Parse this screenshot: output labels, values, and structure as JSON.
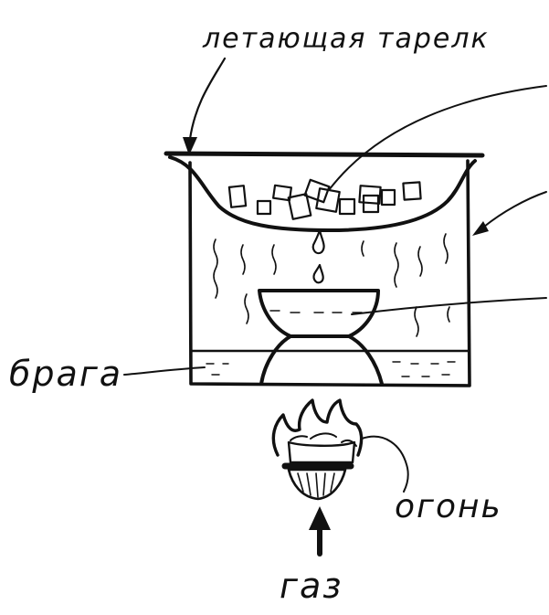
{
  "labels": {
    "flying_saucer": "летающая тарелк",
    "braga": "брага",
    "fire": "огонь",
    "gas": "газ"
  },
  "colors": {
    "ink": "#111111",
    "paper": "#ffffff"
  }
}
